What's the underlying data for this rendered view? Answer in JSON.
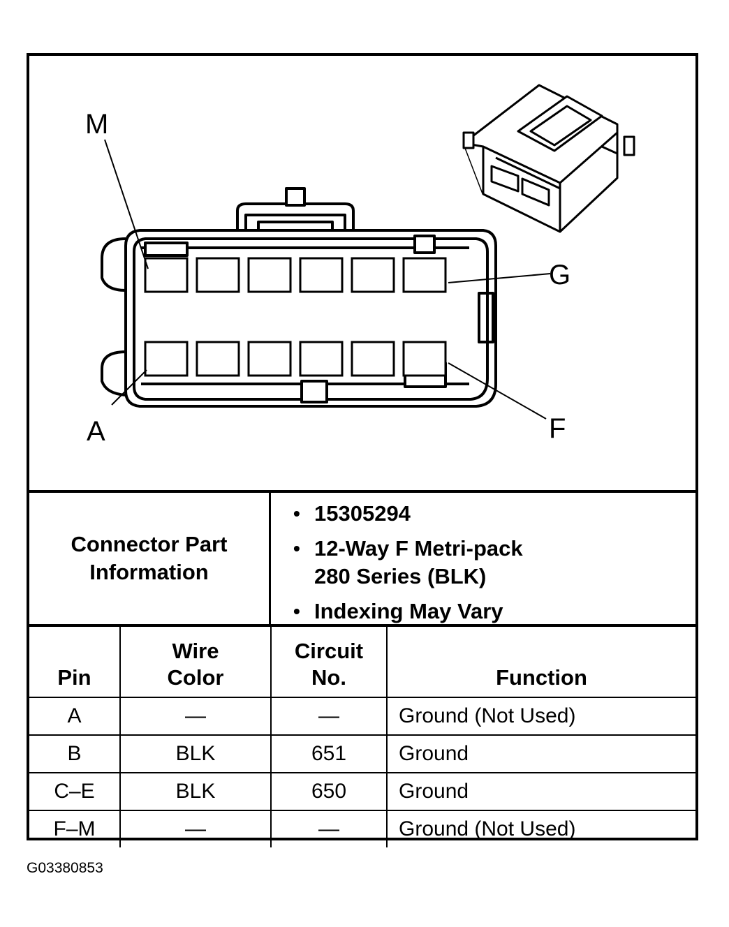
{
  "diagram": {
    "labels": {
      "M": "M",
      "G": "G",
      "A": "A",
      "F": "F"
    }
  },
  "connector_info": {
    "title": "Connector Part\nInformation",
    "bullets": [
      "15305294",
      "12-Way F Metri-pack\n280 Series (BLK)",
      "Indexing May Vary"
    ]
  },
  "table": {
    "headers": [
      "Pin",
      "Wire\nColor",
      "Circuit\nNo.",
      "Function"
    ],
    "rows": [
      [
        "A",
        "—",
        "—",
        "Ground (Not Used)"
      ],
      [
        "B",
        "BLK",
        "651",
        "Ground"
      ],
      [
        "C–E",
        "BLK",
        "650",
        "Ground"
      ],
      [
        "F–M",
        "—",
        "—",
        "Ground (Not Used)"
      ]
    ]
  },
  "figure_id": "G03380853"
}
